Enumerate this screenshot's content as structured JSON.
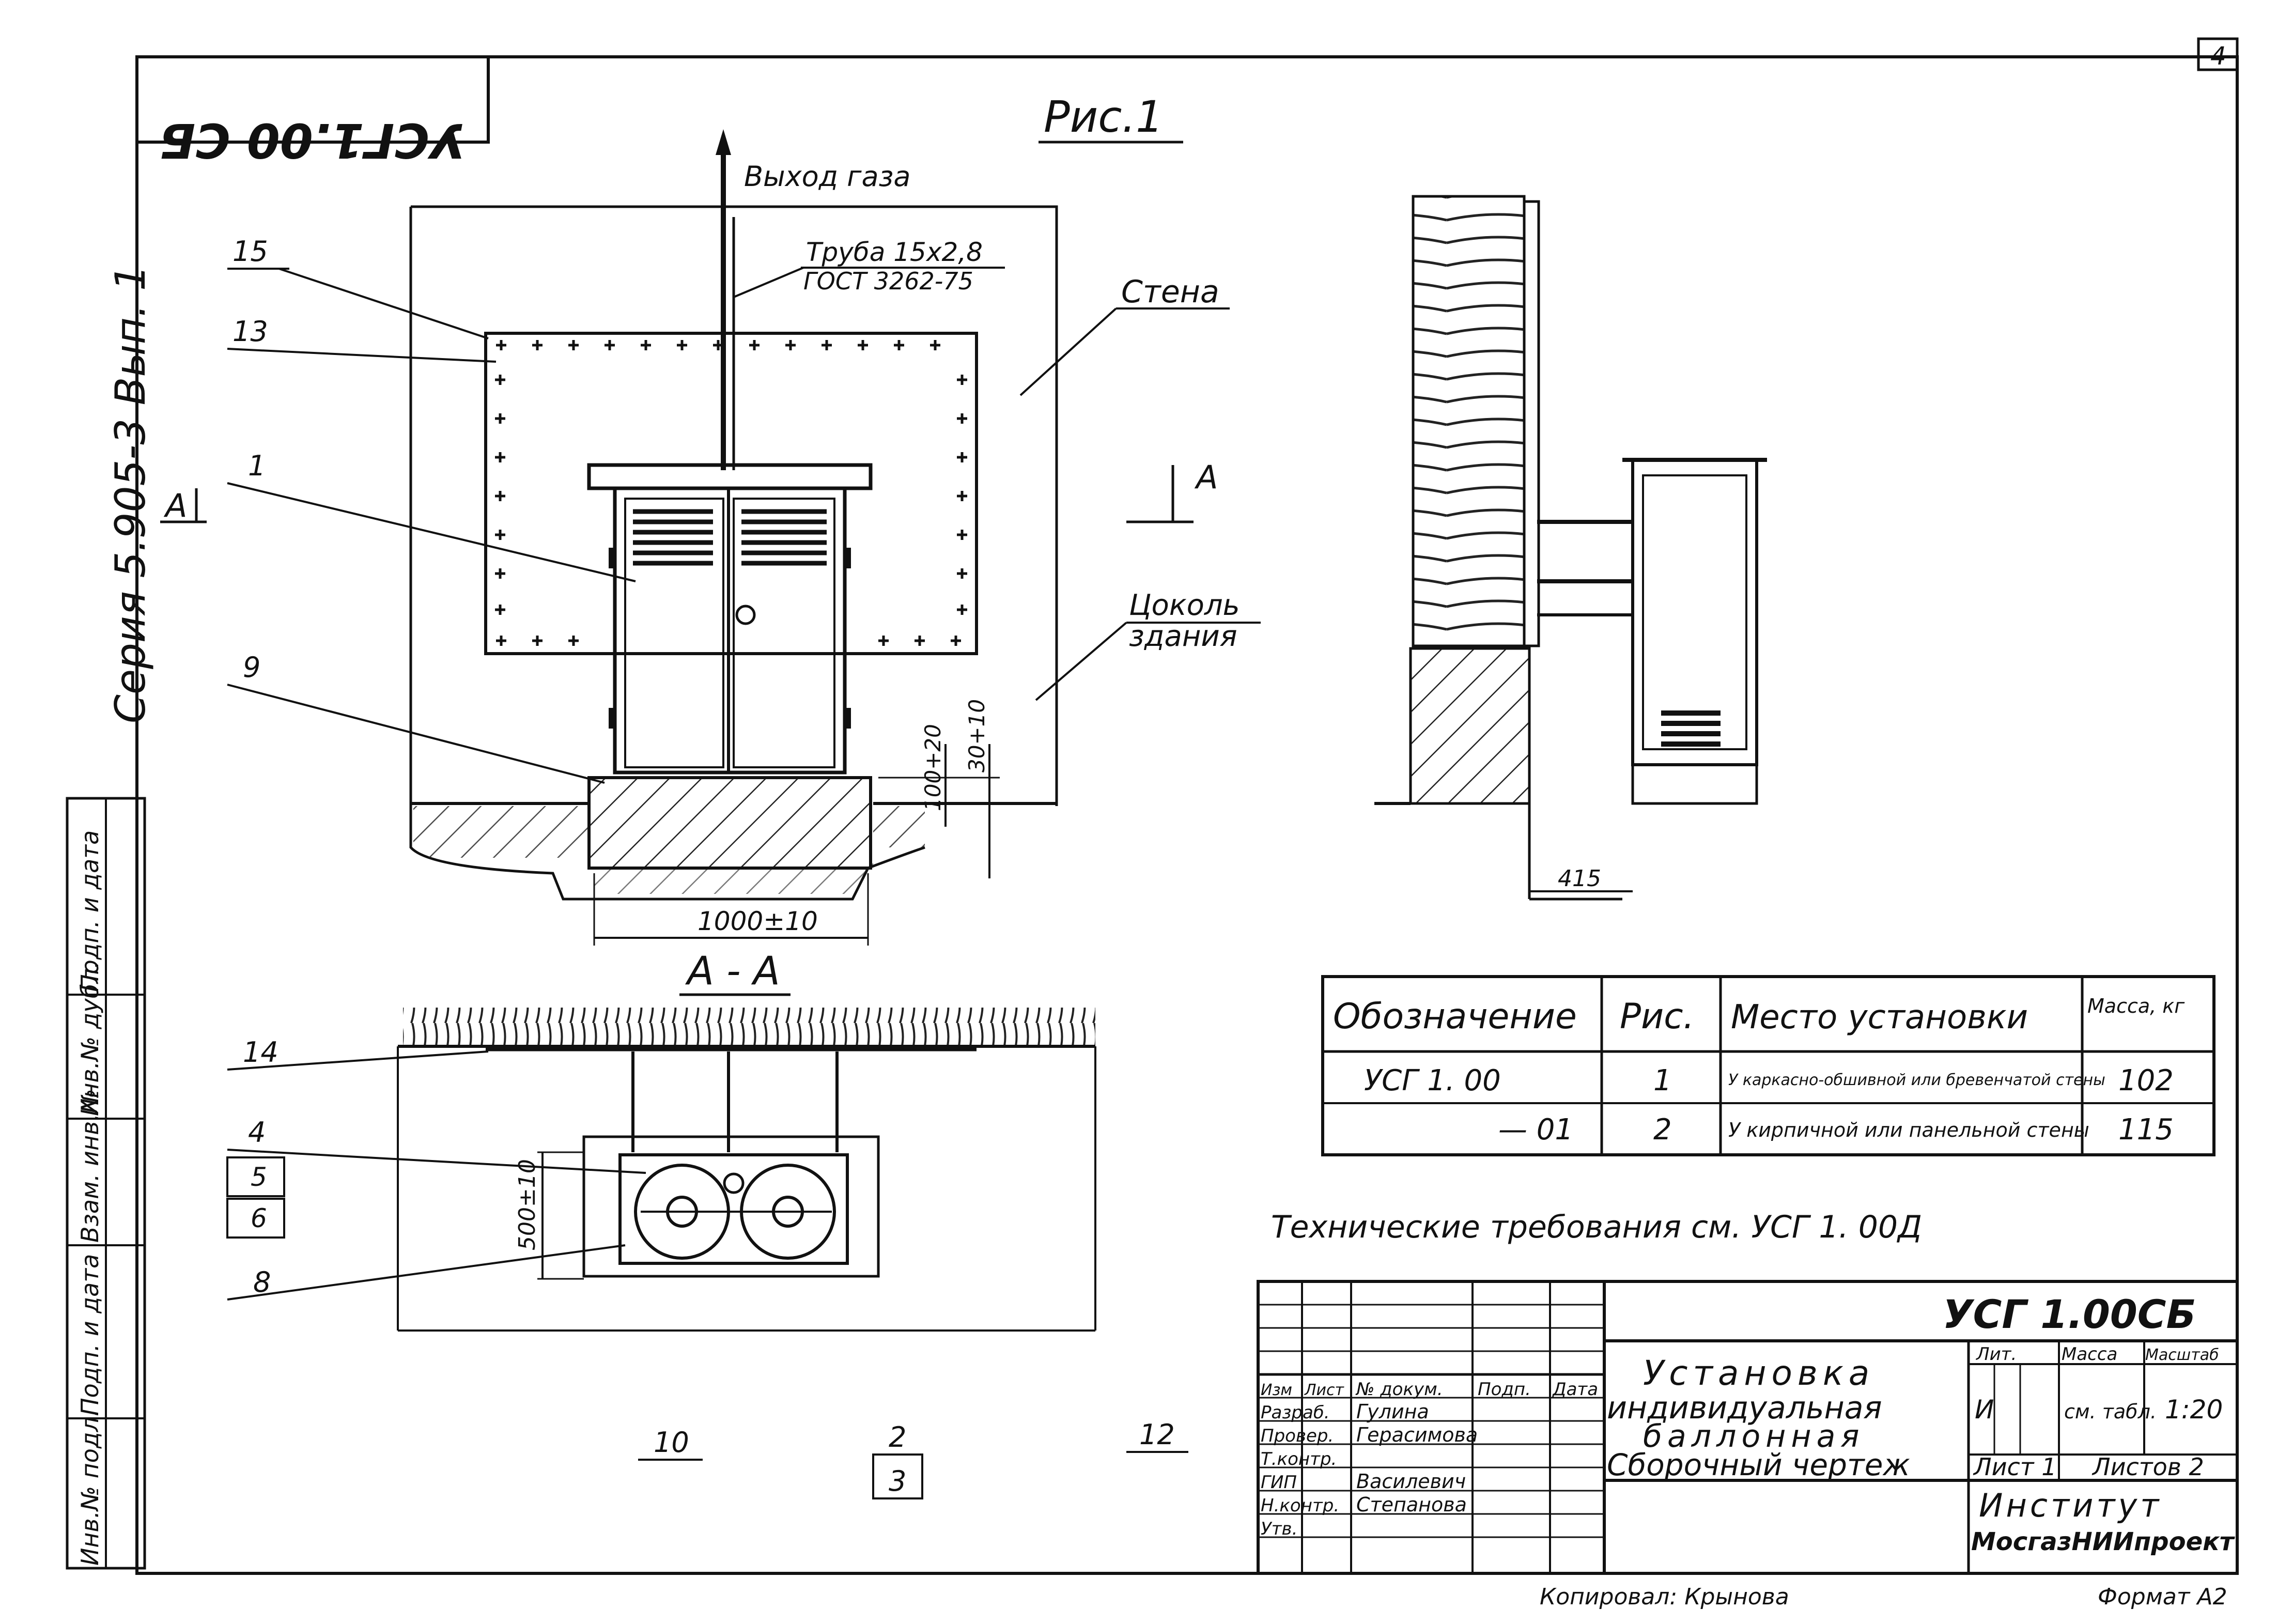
{
  "stamp_code": "УСГ1.00 СБ",
  "sheet_number": "4",
  "series": "Серия 5.905-3  Вып. 1",
  "figure_title": "Рис.1",
  "gas_outlet": "Выход газа",
  "pipe_label": "Труба 15х2,8",
  "pipe_gost": "ГОСТ 3262-75",
  "wall_label": "Стена",
  "plinth_label": [
    "Цоколь",
    "здания"
  ],
  "section_mark": "А",
  "section_title": "А - А",
  "part_numbers": {
    "p15": "15",
    "p13": "13",
    "p1": "1",
    "p9": "9",
    "p14": "14",
    "p4": "4",
    "p5": "5",
    "p6": "6",
    "p8": "8",
    "p10": "10",
    "p2": "2",
    "p3": "3",
    "p12": "12"
  },
  "dimensions": {
    "width": "1000±10",
    "height_100": "100+20",
    "height_30": "30+10",
    "depth_500": "500±10",
    "offset_415": "415"
  },
  "spec_table": {
    "headers": [
      "Обозначение",
      "Рис.",
      "Место установки",
      "Масса, кг"
    ],
    "rows": [
      [
        "УСГ 1. 00",
        "1",
        "У каркасно-обшивной или бревенчатой стены",
        "102"
      ],
      [
        "— 01",
        "2",
        "У кирпичной или панельной стены",
        "115"
      ]
    ]
  },
  "tech_requirements": "Технические требования см. УСГ 1. 00Д",
  "title_block": {
    "doc_code": "УСГ 1.00СБ",
    "title_lines": [
      "Установка",
      "индивидуальная",
      "баллонная",
      "Сборочный чертеж"
    ],
    "col_headers": [
      "Изм",
      "Лист",
      "№ докум.",
      "Подп.",
      "Дата"
    ],
    "roles": [
      "Разраб.",
      "Провер.",
      "Т.контр.",
      "ГИП",
      "Н.контр.",
      "Утв."
    ],
    "names": [
      "Гулина",
      "Герасимова",
      "",
      "Василевич",
      "Степанова",
      ""
    ],
    "lit_label": "Лит.",
    "lit_value": "И",
    "mass_label": "Масса",
    "mass_value": "см. табл.",
    "scale_label": "Масштаб",
    "scale_value": "1:20",
    "sheet_label": "Лист 1",
    "sheets_label": "Листов 2",
    "institute": "Институт",
    "institute_name": "МосгазНИИпроект"
  },
  "side_stamps": [
    "Инв.№ подл.",
    "Подп. и дата",
    "Взам. инв.№",
    "Инв.№ дубл.",
    "Подп. и дата"
  ],
  "copied_by": "Копировал: Крынова",
  "format": "Формат А2"
}
